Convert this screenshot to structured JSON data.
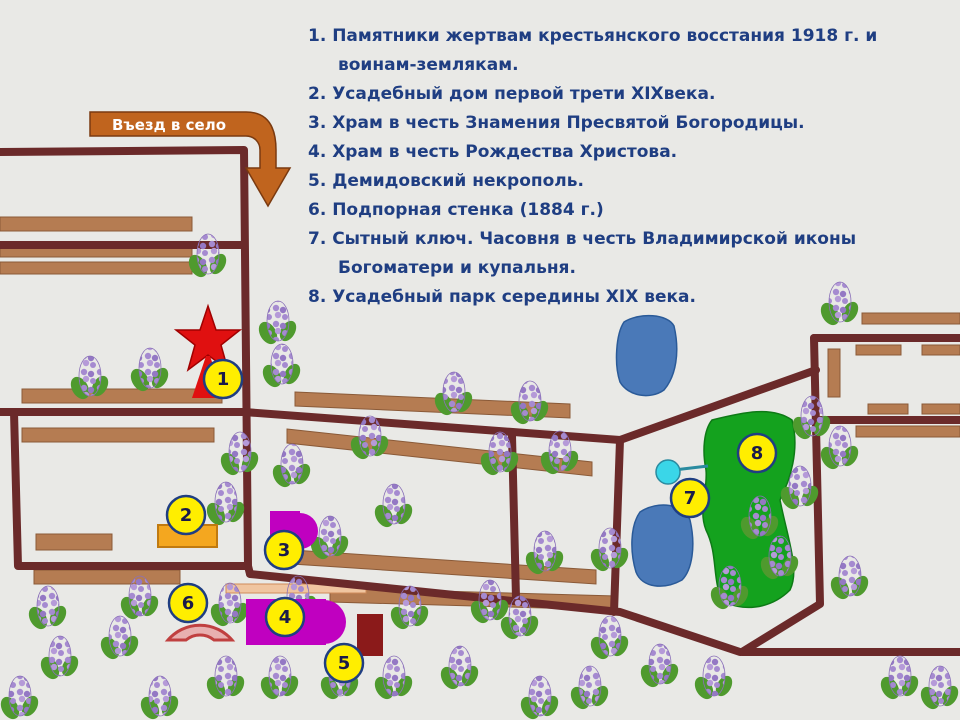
{
  "entry_label": "Въезд в село",
  "legend": [
    {
      "id": 1,
      "lines": [
        "1. Памятники жертвам крестьянского восстания 1918 г. и",
        "воинам-землякам."
      ]
    },
    {
      "id": 2,
      "lines": [
        "2. Усадебный дом первой трети XIXвека."
      ]
    },
    {
      "id": 3,
      "lines": [
        "3. Храм в честь Знамения Пресвятой Богородицы."
      ]
    },
    {
      "id": 4,
      "lines": [
        "4.  Храм в честь Рождества Христова."
      ]
    },
    {
      "id": 5,
      "lines": [
        "5. Демидовский некрополь."
      ]
    },
    {
      "id": 6,
      "lines": [
        "6. Подпорная стенка (1884 г.)"
      ]
    },
    {
      "id": 7,
      "lines": [
        "7. Сытный ключ. Часовня в честь Владимирской иконы",
        "Богоматери и купальня."
      ]
    },
    {
      "id": 8,
      "lines": [
        "8. Усадебный парк середины XIX века."
      ]
    }
  ],
  "markers": [
    {
      "label": "1"
    },
    {
      "label": "2"
    },
    {
      "label": "3"
    },
    {
      "label": "4"
    },
    {
      "label": "5"
    },
    {
      "label": "6"
    },
    {
      "label": "7"
    },
    {
      "label": "8"
    }
  ],
  "colors": {
    "road": "#6b2a2a",
    "path_fill": "#b57c52",
    "legend_text": "#1f3e82",
    "pond": "#4a79b8",
    "park": "#14a21e",
    "church": "#c000c0",
    "house": "#f4a71f",
    "marker_fill": "#ffee00",
    "marker_stroke": "#1f3e82",
    "lilac": "#a58ad0",
    "leaf": "#4f9a2e",
    "monument_star": "#e01010",
    "spring": "#3ad6e8",
    "wall": "#e8b0b0",
    "necropolis": "#8b1a1a"
  },
  "icons": [
    "entry-arrow-icon",
    "star-monument-icon",
    "lilac-bush-icon",
    "pond-icon"
  ]
}
